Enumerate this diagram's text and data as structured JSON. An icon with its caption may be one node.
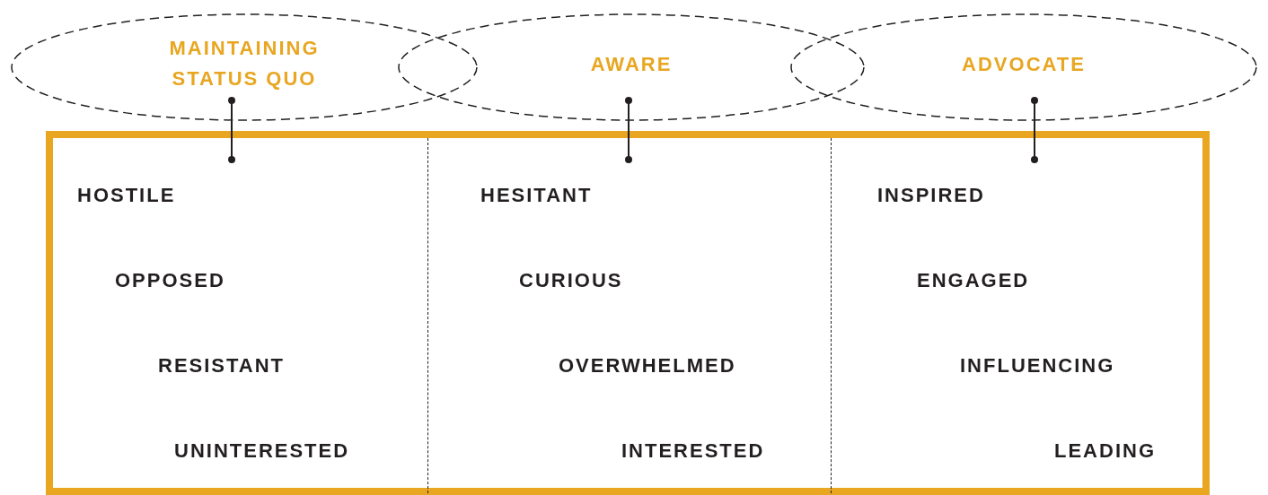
{
  "diagram": {
    "nodes": [
      {
        "text": [
          "MAINTAINING STATUS QUO"
        ]
      },
      {
        "text": [
          "AWARE"
        ]
      },
      {
        "text": [
          "ADVOCATE"
        ]
      },
      {
        "text": [],
        "shape": "box"
      },
      {
        "text": [
          "HOSTILE",
          "OPPOSED",
          "RESISTANT",
          "UNINTERESTED"
        ],
        "in": 3
      },
      {
        "text": [
          "HESITANT",
          "CURIOUS",
          "OVERWHELMED",
          "INTERESTED"
        ],
        "in": 3
      },
      {
        "text": [
          "INSPIRED",
          "ENGAGED",
          "INFLUENCING",
          "LEADING"
        ],
        "in": 3
      }
    ],
    "edges": [
      {
        "from": 0,
        "to": 4,
        "arrow": "other"
      },
      {
        "from": 1,
        "to": 5,
        "arrow": "other"
      },
      {
        "from": 2,
        "to": 6,
        "arrow": "other"
      }
    ]
  }
}
